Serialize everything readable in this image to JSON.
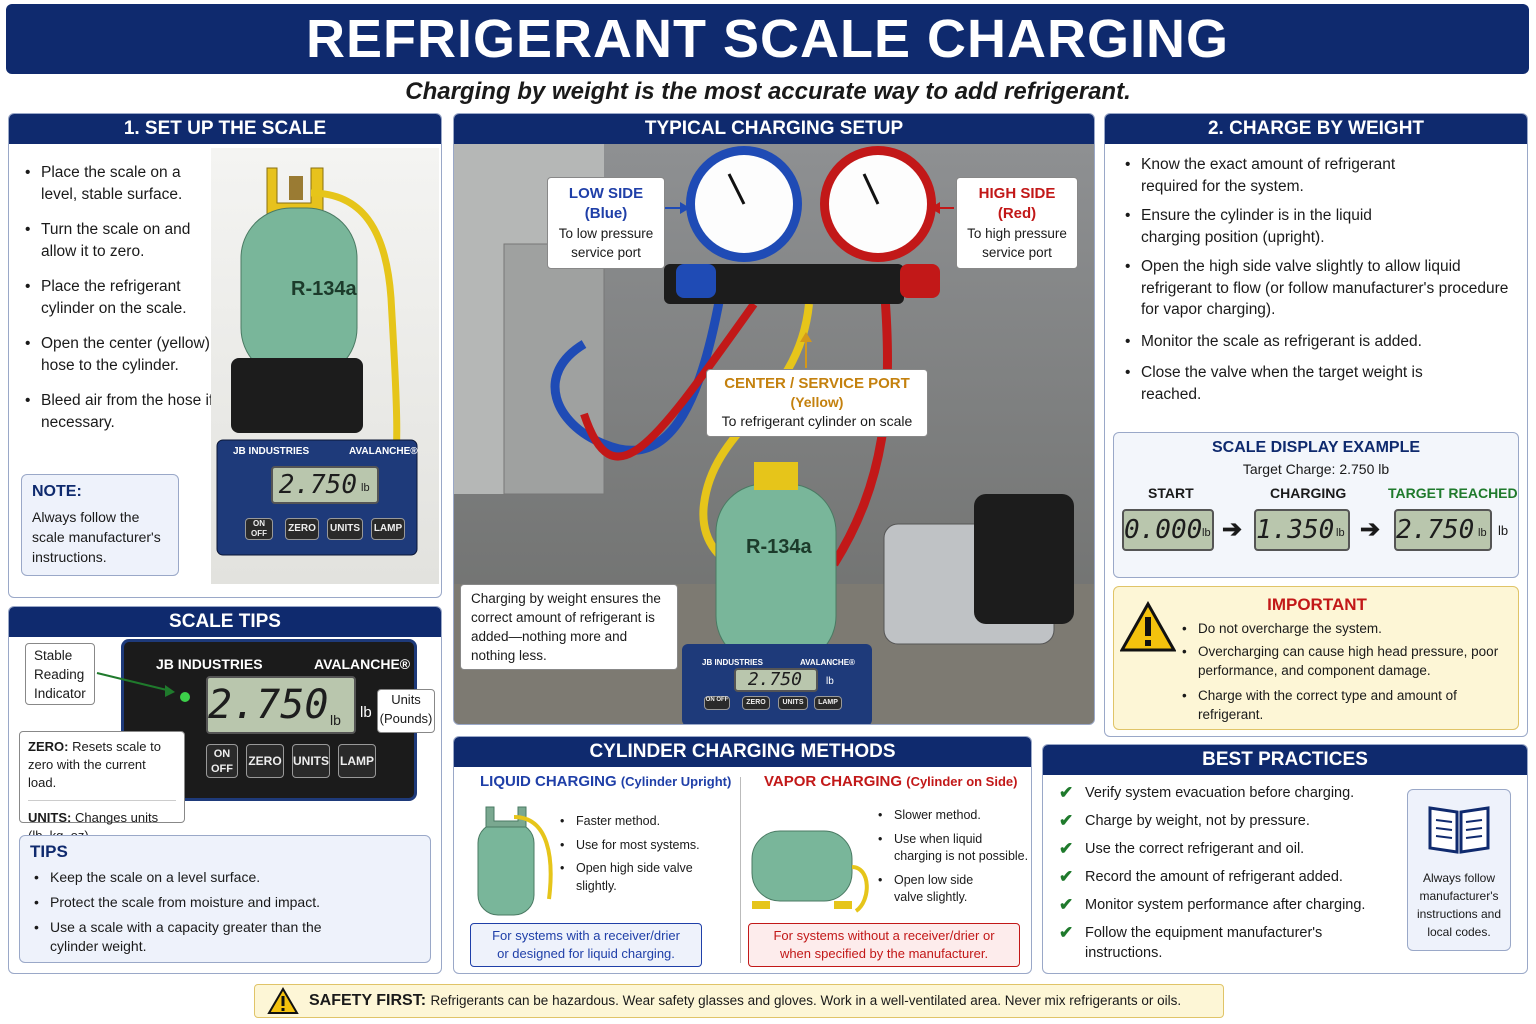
{
  "title": "REFRIGERANT SCALE CHARGING",
  "subtitle": "Charging by weight is the most accurate way to add refrigerant.",
  "setup": {
    "heading": "1. SET UP THE SCALE",
    "steps": [
      "Place the scale on a level, stable surface.",
      "Turn the scale on and allow it to zero.",
      "Place the refrigerant cylinder on the scale.",
      "Open the center (yellow) hose to the cylinder.",
      "Bleed air from the hose if necessary."
    ],
    "note_title": "NOTE:",
    "note_text": "Always follow the scale manufacturer's instructions.",
    "cylinder_label": "R-134a",
    "scale_brand": "JB INDUSTRIES",
    "scale_model": "AVALANCHE®",
    "reading": "2.750",
    "unit": "lb",
    "buttons": [
      "ON OFF",
      "ZERO",
      "UNITS",
      "LAMP"
    ]
  },
  "tips": {
    "heading": "SCALE TIPS",
    "stable_label": "Stable Reading Indicator",
    "units_label": "Units (Pounds)",
    "units_symbol": "lb",
    "reading": "2.750",
    "unit": "lb",
    "brand": "JB INDUSTRIES",
    "model": "AVALANCHE®",
    "buttons": [
      "ON OFF",
      "ZERO",
      "UNITS",
      "LAMP"
    ],
    "zero_term": "ZERO:",
    "zero_desc": "Resets scale to zero with the current load.",
    "units_term": "UNITS:",
    "units_desc": "Changes units (lb, kg, oz).",
    "tips_title": "TIPS",
    "tips_list": [
      "Keep the scale on a level surface.",
      "Protect the scale from moisture and impact.",
      "Use a scale with a capacity greater than the cylinder weight."
    ]
  },
  "setup_photo": {
    "heading": "TYPICAL CHARGING SETUP",
    "low_title": "LOW SIDE",
    "low_color": "(Blue)",
    "low_desc": "To low pressure service port",
    "high_title": "HIGH SIDE",
    "high_color": "(Red)",
    "high_desc": "To high pressure service port",
    "center_title": "CENTER / SERVICE PORT",
    "center_color": "(Yellow)",
    "center_desc": "To refrigerant cylinder on scale",
    "caption": "Charging by weight ensures the correct amount of refrigerant is added—nothing more and nothing less.",
    "cylinder_label": "R-134a",
    "scale_reading": "2.750",
    "unit": "lb",
    "brand": "JB INDUSTRIES",
    "model": "AVALANCHE®",
    "buttons": [
      "ON OFF",
      "ZERO",
      "UNITS",
      "LAMP"
    ]
  },
  "charge": {
    "heading": "2. CHARGE BY WEIGHT",
    "steps": [
      "Know the exact amount of refrigerant required for the system.",
      "Ensure the cylinder is in the liquid charging position (upright).",
      "Open the high side valve slightly to allow liquid refrigerant to flow (or follow manufacturer's procedure for vapor charging).",
      "Monitor the scale as refrigerant is added.",
      "Close the valve when the target weight is reached."
    ],
    "display_title": "SCALE DISPLAY EXAMPLE",
    "target": "Target Charge: 2.750 lb",
    "stages": [
      {
        "label": "START",
        "reading": "0.000"
      },
      {
        "label": "CHARGING",
        "reading": "1.350"
      },
      {
        "label": "TARGET REACHED",
        "reading": "2.750"
      }
    ],
    "unit": "lb",
    "important_title": "IMPORTANT",
    "important_list": [
      "Do not overcharge the system.",
      "Overcharging can cause high head pressure, poor performance, and component damage.",
      "Charge with the correct type and amount of refrigerant."
    ]
  },
  "methods": {
    "heading": "CYLINDER CHARGING METHODS",
    "liquid_title": "LIQUID CHARGING",
    "liquid_sub": "(Cylinder Upright)",
    "liquid_list": [
      "Faster method.",
      "Use for most systems.",
      "Open high side valve slightly."
    ],
    "liquid_note": "For systems with a receiver/drier or designed for liquid charging.",
    "vapor_title": "VAPOR CHARGING",
    "vapor_sub": "(Cylinder on Side)",
    "vapor_list": [
      "Slower method.",
      "Use when liquid charging is not possible.",
      "Open low side valve slightly."
    ],
    "vapor_note": "For systems without a receiver/drier or when specified by the manufacturer."
  },
  "best": {
    "heading": "BEST PRACTICES",
    "list": [
      "Verify system evacuation before charging.",
      "Charge by weight, not by pressure.",
      "Use the correct refrigerant and oil.",
      "Record the amount of refrigerant added.",
      "Monitor system performance after charging.",
      "Follow the equipment manufacturer's instructions."
    ],
    "manual_text": "Always follow manufacturer's instructions and local codes."
  },
  "safety": {
    "label": "SAFETY FIRST:",
    "text": "Refrigerants can be hazardous. Wear safety glasses and gloves. Work in a well-ventilated area. Never mix refrigerants or oils."
  }
}
